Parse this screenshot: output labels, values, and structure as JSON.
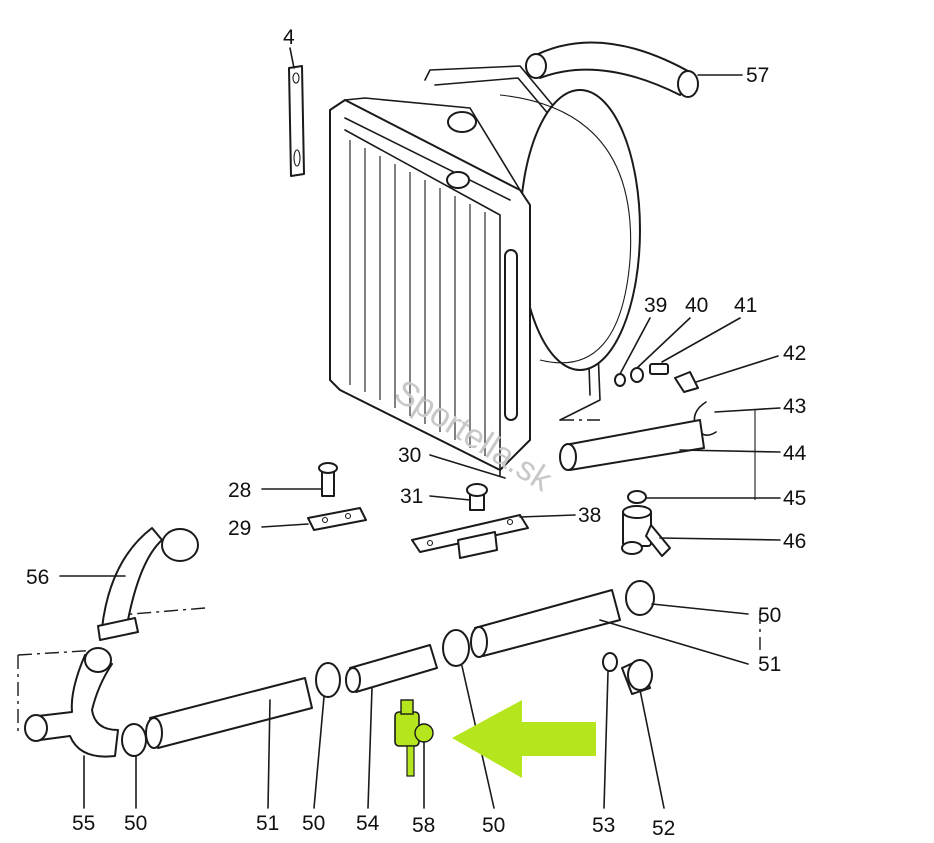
{
  "watermark": "Sportella.sk",
  "highlight_color": "#b5e61d",
  "arrow_icon": "arrow-left-icon",
  "labels": {
    "l4": "4",
    "l57": "57",
    "l39": "39",
    "l40": "40",
    "l41": "41",
    "l42": "42",
    "l43": "43",
    "l44": "44",
    "l45": "45",
    "l46": "46",
    "l30": "30",
    "l28": "28",
    "l31": "31",
    "l38": "38",
    "l29": "29",
    "l56": "56",
    "l50a": "50",
    "l51a": "51",
    "l55": "55",
    "l50b": "50",
    "l51b": "51",
    "l50c": "50",
    "l54": "54",
    "l58": "58",
    "l50d": "50",
    "l53": "53",
    "l52": "52"
  }
}
